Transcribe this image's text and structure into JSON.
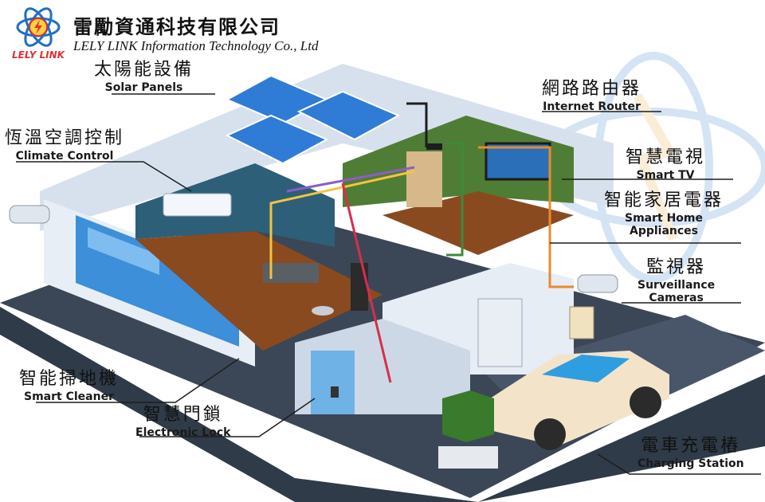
{
  "brand": {
    "logo_text": "LELY LINK",
    "company_zh": "雷勵資通科技有限公司",
    "company_en": "LELY LINK Information Technology Co., Ltd",
    "watermark": "LELY LINK",
    "colors": {
      "logo_blue": "#1f6fc4",
      "logo_red": "#e23030",
      "roof": "#c6d3e6",
      "wall": "#e6edf5",
      "window": "#3c8fd8",
      "grass_room": "#4f7d35",
      "wood_floor": "#8a4a1f",
      "ground": "#2f3b48"
    }
  },
  "callouts": [
    {
      "id": "solar",
      "zh": "太陽能設備",
      "en": "Solar Panels",
      "icon": "solar-panel-icon"
    },
    {
      "id": "climate",
      "zh": "恆溫空調控制",
      "en": "Climate Control",
      "icon": "air-conditioner-icon"
    },
    {
      "id": "router",
      "zh": "網路路由器",
      "en": "Internet Router",
      "icon": "router-icon"
    },
    {
      "id": "tv",
      "zh": "智慧電視",
      "en": "Smart TV",
      "icon": "tv-icon"
    },
    {
      "id": "appliances",
      "zh": "智能家居電器",
      "en": "Smart Home Appliances",
      "en_line1": "Smart Home",
      "en_line2": "Appliances",
      "icon": "appliance-icon"
    },
    {
      "id": "cameras",
      "zh": "監視器",
      "en": "Surveillance Cameras",
      "en_line1": "Surveillance",
      "en_line2": "Cameras",
      "icon": "camera-icon"
    },
    {
      "id": "cleaner",
      "zh": "智能掃地機",
      "en": "Smart Cleaner",
      "icon": "robot-vacuum-icon"
    },
    {
      "id": "lock",
      "zh": "智慧門鎖",
      "en": "Electronic Lock",
      "icon": "lock-icon"
    },
    {
      "id": "charger",
      "zh": "電車充電樁",
      "en": "Charging Station",
      "icon": "ev-charger-icon"
    }
  ]
}
